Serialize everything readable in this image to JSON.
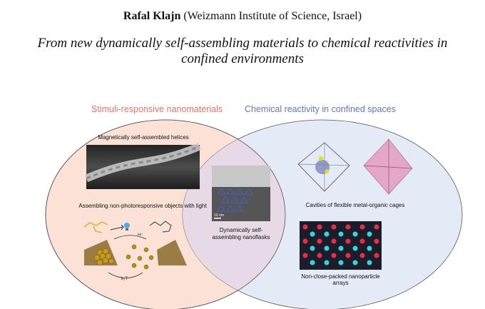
{
  "header": {
    "speaker_name": "Rafal Klajn",
    "affiliation": "(Weizmann Institute of Science, Israel)",
    "talk_title": "From new dynamically self-assembling materials to chemical reactivities in confined environments"
  },
  "venn": {
    "left_title": "Stimuli-responsive nanomaterials",
    "right_title": "Chemical reactivity in confined spaces",
    "left_fill": "#fbe1d6",
    "right_fill": "#e5eaf7",
    "overlap_fill": "#e9d9e6",
    "panels": {
      "helices": "Magnetically self-assembled helices",
      "light": "Assembling non-photoresponsive objects with light",
      "nanoflasks": "Dynamically self-assembling nanoflasks",
      "scale_bar": "10 nm",
      "cages": "Cavities of flexible metal-organic cages",
      "arrays": "Non-close-packed nanoparticle arrays",
      "hplus": "H⁺",
      "kt": "k₂T"
    }
  }
}
